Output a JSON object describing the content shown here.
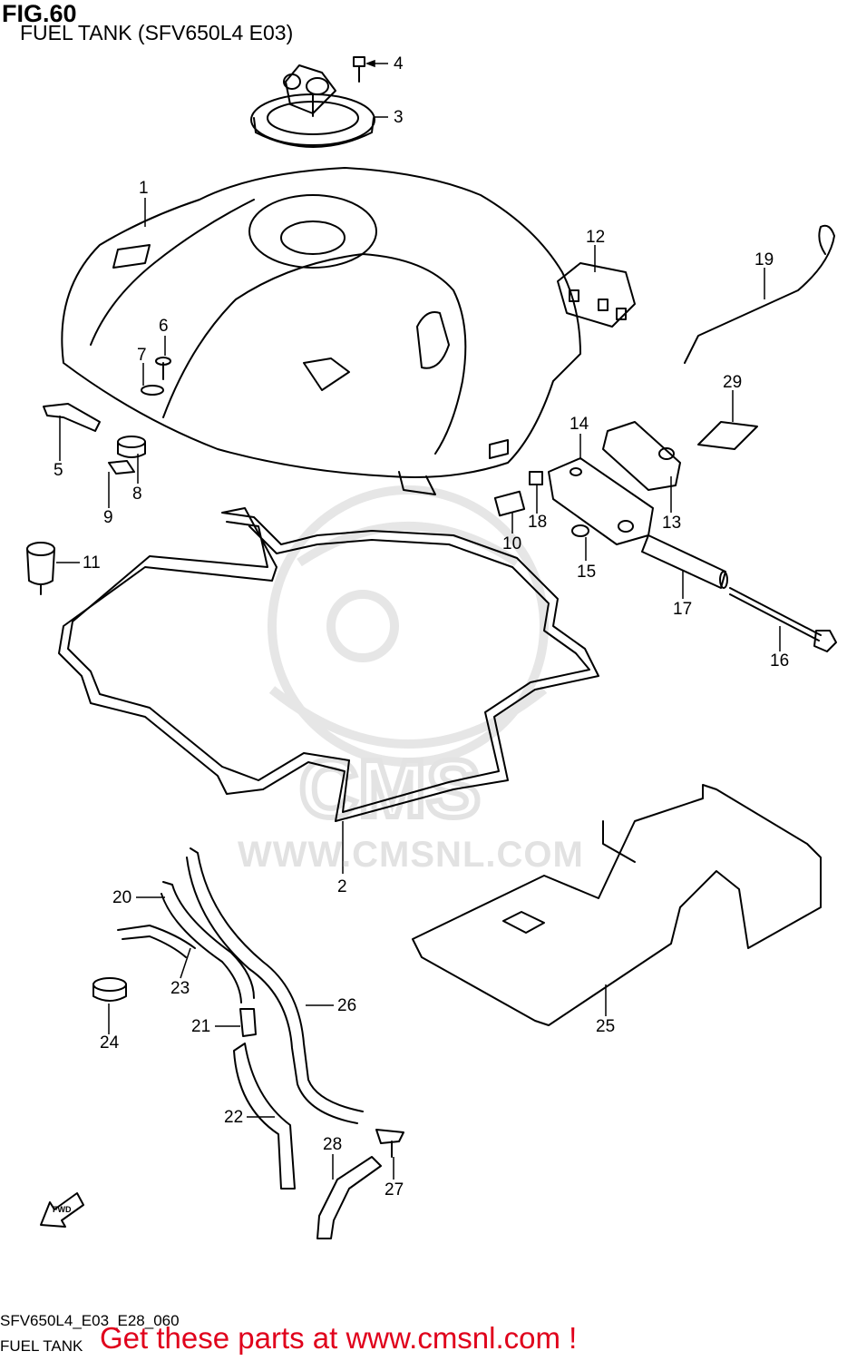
{
  "figure": {
    "title": "FIG.60",
    "subtitle": "FUEL TANK (SFV650L4 E03)",
    "drawing_code": "SFV650L4_E03_E28_060",
    "drawing_name": "FUEL TANK"
  },
  "watermark": {
    "text": "WWW.CMSNL.COM",
    "logo": "CMS"
  },
  "promo": {
    "text": "Get these parts at www.cmsnl.com !",
    "color": "#e0001b"
  },
  "parts": [
    {
      "id": "1",
      "label": "1"
    },
    {
      "id": "2",
      "label": "2"
    },
    {
      "id": "3",
      "label": "3"
    },
    {
      "id": "4",
      "label": "4"
    },
    {
      "id": "5",
      "label": "5"
    },
    {
      "id": "6",
      "label": "6"
    },
    {
      "id": "7",
      "label": "7"
    },
    {
      "id": "8",
      "label": "8"
    },
    {
      "id": "9",
      "label": "9"
    },
    {
      "id": "10",
      "label": "10"
    },
    {
      "id": "11",
      "label": "11"
    },
    {
      "id": "12",
      "label": "12"
    },
    {
      "id": "13",
      "label": "13"
    },
    {
      "id": "14",
      "label": "14"
    },
    {
      "id": "15",
      "label": "15"
    },
    {
      "id": "16",
      "label": "16"
    },
    {
      "id": "17",
      "label": "17"
    },
    {
      "id": "18",
      "label": "18"
    },
    {
      "id": "19",
      "label": "19"
    },
    {
      "id": "20",
      "label": "20"
    },
    {
      "id": "21",
      "label": "21"
    },
    {
      "id": "22",
      "label": "22"
    },
    {
      "id": "23",
      "label": "23"
    },
    {
      "id": "24",
      "label": "24"
    },
    {
      "id": "25",
      "label": "25"
    },
    {
      "id": "26",
      "label": "26"
    },
    {
      "id": "27",
      "label": "27"
    },
    {
      "id": "28",
      "label": "28"
    },
    {
      "id": "29",
      "label": "29"
    }
  ],
  "fwd_badge": "FWD"
}
